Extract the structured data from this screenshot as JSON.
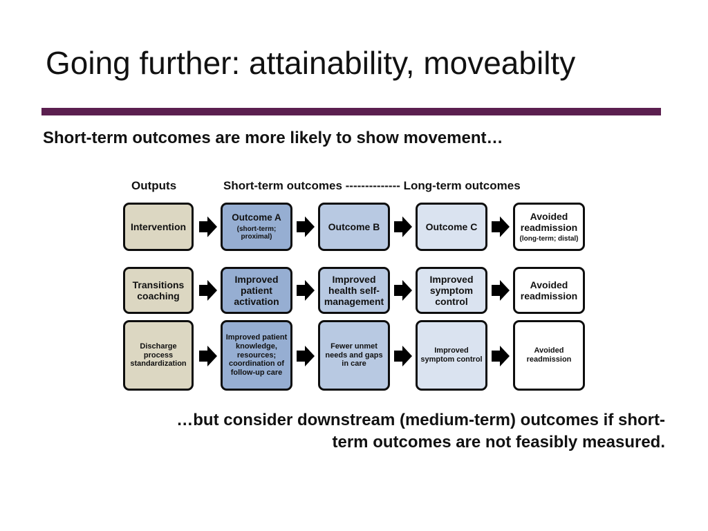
{
  "slide": {
    "title": "Going further: attainability, moveabilty",
    "subtitle": "Short-term outcomes are more likely to show movement…",
    "footer_line1": "…but consider downstream (medium-term) outcomes if short-",
    "footer_line2": "term outcomes are not feasibly measured."
  },
  "diagram": {
    "header_outputs": "Outputs",
    "header_outcomes": "Short-term outcomes  --------------  Long-term outcomes",
    "rows": [
      {
        "intervention": "Intervention",
        "outcome_a": "Outcome A",
        "outcome_a_note": "(short-term; proximal)",
        "outcome_b": "Outcome B",
        "outcome_c": "Outcome C",
        "final": "Avoided readmission",
        "final_note": "(long-term; distal)"
      },
      {
        "intervention": "Transitions coaching",
        "outcome_a": "Improved patient activation",
        "outcome_b": "Improved health self-management",
        "outcome_c": "Improved symptom control",
        "final": "Avoided readmission"
      },
      {
        "intervention": "Discharge process standardization",
        "outcome_a": "Improved patient knowledge, resources; coordination of follow-up care",
        "outcome_b": "Fewer unmet needs and gaps in care",
        "outcome_c": "Improved symptom control",
        "final": "Avoided readmission"
      }
    ]
  },
  "colors": {
    "rule": "#5b1f4f",
    "output_box": "#dcd7c2",
    "outcome_a_box": "#96aed2",
    "outcome_b_box": "#b8c9e2",
    "outcome_c_box": "#dae3f0",
    "final_box": "#ffffff"
  }
}
